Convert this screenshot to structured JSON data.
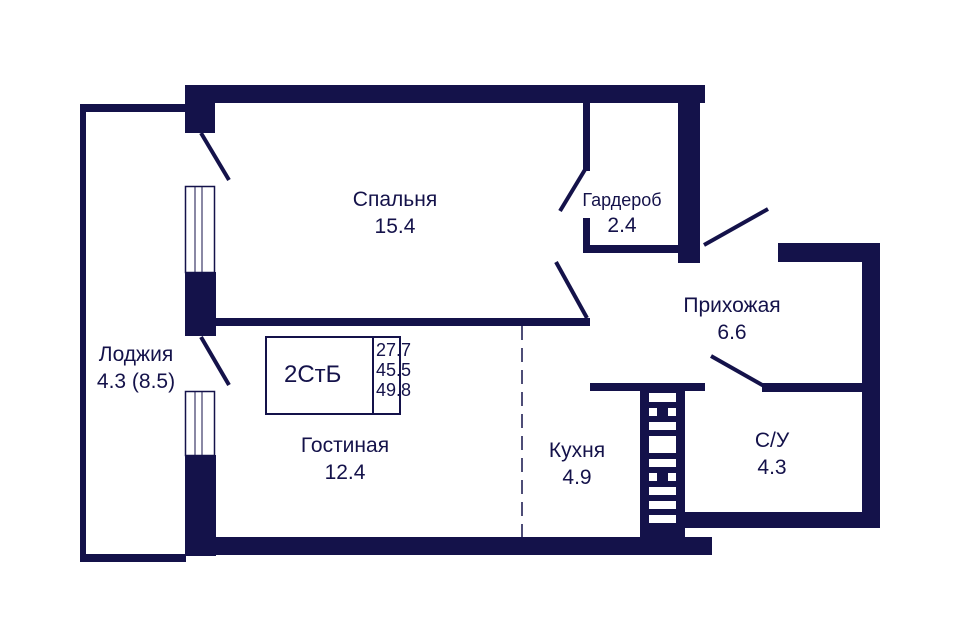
{
  "colors": {
    "wall": "#14124a",
    "background": "#ffffff"
  },
  "apartment": {
    "type_code": "2СтБ",
    "living_area": "27.7",
    "total_area": "45.5",
    "total_with_loggia": "49.8"
  },
  "rooms": {
    "bedroom": {
      "name": "Спальня",
      "area": "15.4"
    },
    "wardrobe": {
      "name": "Гардероб",
      "area": "2.4"
    },
    "hallway": {
      "name": "Прихожая",
      "area": "6.6"
    },
    "loggia": {
      "name": "Лоджия",
      "area": "4.3 (8.5)"
    },
    "living": {
      "name": "Гостиная",
      "area": "12.4"
    },
    "kitchen": {
      "name": "Кухня",
      "area": "4.9"
    },
    "bathroom": {
      "name": "С/У",
      "area": "4.3"
    }
  }
}
